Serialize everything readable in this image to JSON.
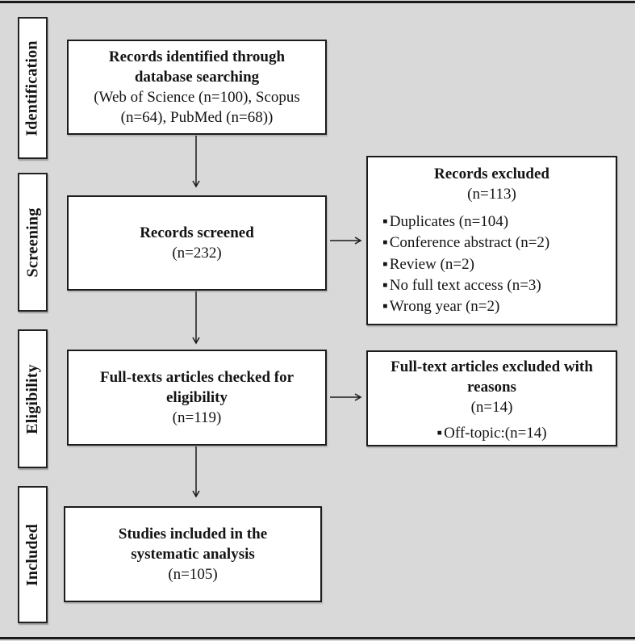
{
  "figure": {
    "type": "prisma-flow-diagram",
    "background_color": "#d9d9d9",
    "box_fill_color": "#ffffff",
    "line_color": "#1a1a1a"
  },
  "stages": [
    {
      "label": "Identification"
    },
    {
      "label": "Screening"
    },
    {
      "label": "Eligibility"
    },
    {
      "label": "Included"
    }
  ],
  "boxes": {
    "identified": {
      "title": "Records identified through\ndatabase searching",
      "detail": "(Web of Science (n=100), Scopus\n(n=64), PubMed (n=68))"
    },
    "screened": {
      "title": "Records screened",
      "count": "(n=232)"
    },
    "records_excluded": {
      "title": "Records excluded",
      "count": "(n=113)",
      "items": [
        "Duplicates (n=104)",
        "Conference abstract (n=2)",
        "Review (n=2)",
        "No full text access (n=3)",
        "Wrong year (n=2)"
      ]
    },
    "fulltext_checked": {
      "title": "Full-texts articles checked for\neligibility",
      "count": "(n=119)"
    },
    "fulltext_excluded": {
      "title": "Full-text articles excluded with\nreasons",
      "count": "(n=14)",
      "items": [
        "Off-topic:(n=14)"
      ]
    },
    "included": {
      "title": "Studies included in the\nsystematic analysis",
      "count": "(n=105)"
    }
  }
}
